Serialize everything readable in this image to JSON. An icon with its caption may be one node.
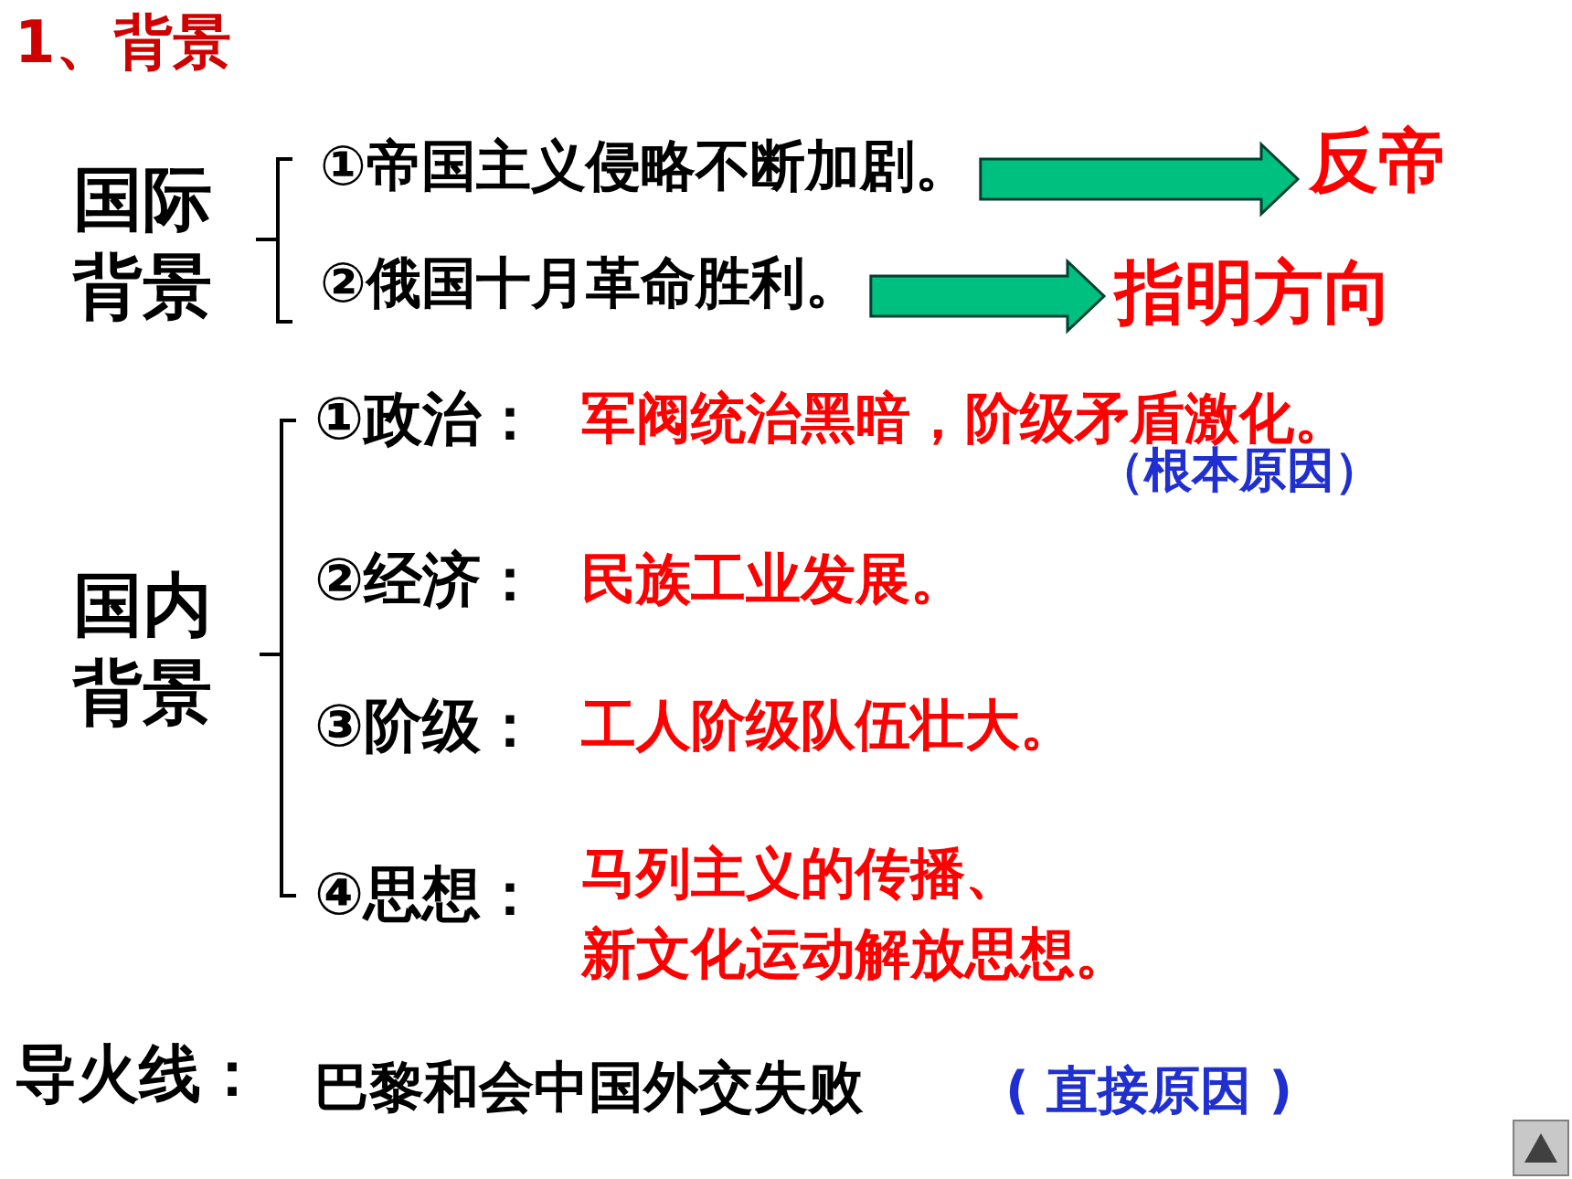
{
  "diagram": {
    "title": "1、背景",
    "nodes": [
      {
        "text": [
          "①帝国主义侵略不断加剧。"
        ]
      },
      {
        "text": [
          "反帝"
        ]
      },
      {
        "text": [
          "②俄国十月革命胜利。"
        ]
      },
      {
        "text": [
          "指明方向"
        ]
      }
    ],
    "edges": [
      {
        "from": 0,
        "to": 1,
        "arrow": "to"
      },
      {
        "from": 2,
        "to": 3,
        "arrow": "to"
      }
    ],
    "labels": [
      "国际背景",
      "国内背景",
      "①政治：",
      "军阀统治黑暗，阶级矛盾激化。",
      "（根本原因）",
      "②经济：",
      "民族工业发展。",
      "③阶级：",
      "工人阶级队伍壮大。",
      "④思想：",
      "马列主义的传播、新文化运动解放思想。",
      "导火线：",
      "巴黎和会中国外交失败",
      "( 直接原因 )"
    ]
  }
}
